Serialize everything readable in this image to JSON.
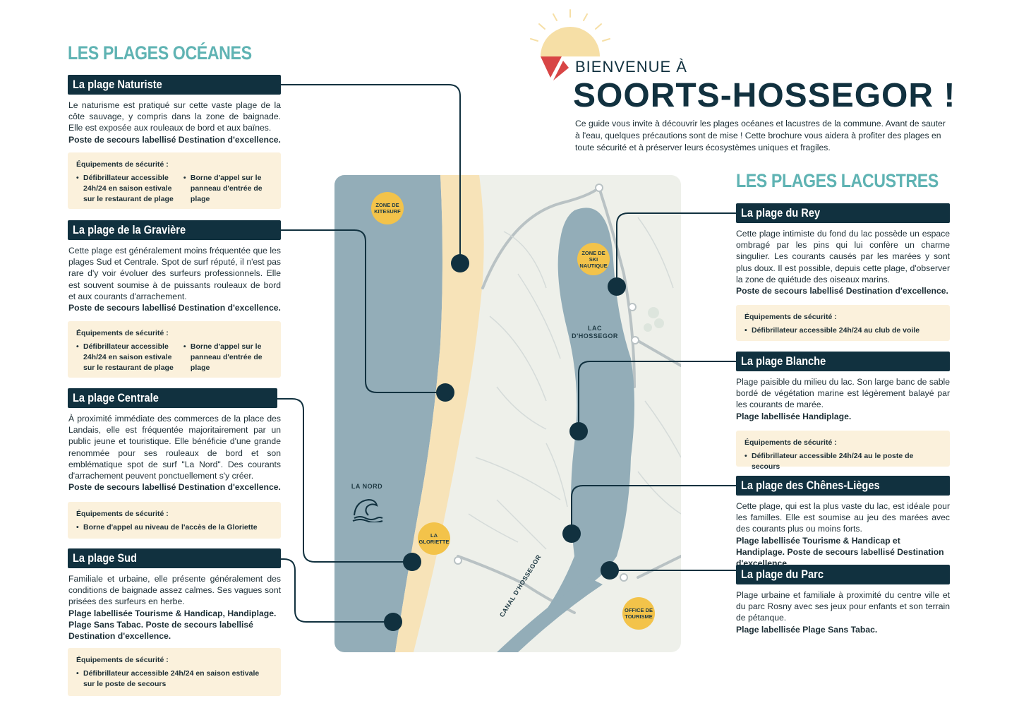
{
  "header": {
    "welcome_small": "BIENVENUE À",
    "welcome_big": "SOORTS-HOSSEGOR !",
    "intro": "Ce guide vous invite à découvrir les plages océanes et lacustres de la commune. Avant de sauter à l'eau, quelques précautions sont de mise ! Cette brochure vous aidera à profiter des plages en toute sécurité et à préserver leurs écosystèmes uniques et fragiles."
  },
  "colors": {
    "teal": "#5fb3b3",
    "navy": "#11313f",
    "sand": "#f7e3b8",
    "water": "#93adb8",
    "badge": "#f3c34a",
    "box": "#fbf1dc"
  },
  "ocean": {
    "title": "LES PLAGES OCÉANES",
    "beaches": [
      {
        "name": "La plage Naturiste",
        "desc": "Le naturisme est pratiqué sur cette vaste plage de la côte sauvage, y compris dans la zone de baignade. Elle est exposée aux rouleaux de bord et aux baïnes.",
        "bold": "Poste de secours labellisé Destination d'excellence.",
        "safety_title": "Équipements de sécurité :",
        "safety": [
          "Défibrillateur accessible 24h/24 en saison estivale sur le restaurant de plage",
          "Borne d'appel sur le panneau d'entrée de plage"
        ]
      },
      {
        "name": "La plage de la Gravière",
        "desc": "Cette plage est généralement moins fréquentée que les plages Sud et Centrale. Spot de surf réputé, il n'est pas rare d'y voir évoluer des surfeurs professionnels. Elle est souvent soumise à de puissants rouleaux de bord et aux courants d'arrachement.",
        "bold": "Poste de secours labellisé Destination d'excellence.",
        "safety_title": "Équipements de sécurité :",
        "safety": [
          "Défibrillateur accessible 24h/24 en saison estivale sur le restaurant de plage",
          "Borne d'appel sur le panneau d'entrée de plage"
        ]
      },
      {
        "name": "La plage Centrale",
        "desc": "À proximité immédiate des commerces de la place des Landais, elle est fréquentée majoritairement par un public jeune et touristique. Elle bénéficie d'une grande renommée pour ses rouleaux de bord et son emblématique spot de surf \"La Nord\". Des courants d'arrachement peuvent ponctuellement s'y créer.",
        "bold": "Poste de secours labellisé Destination d'excellence.",
        "safety_title": "Équipements de sécurité :",
        "safety": [
          "Borne d'appel au niveau de l'accès de la Gloriette"
        ]
      },
      {
        "name": "La plage Sud",
        "desc": "Familiale et urbaine, elle présente généralement des conditions de baignade assez calmes. Ses vagues sont prisées des surfeurs en herbe.",
        "bold": "Plage labellisée Tourisme & Handicap, Handiplage. Plage Sans Tabac. Poste de secours labellisé Destination d'excellence.",
        "safety_title": "Équipements de sécurité :",
        "safety": [
          "Défibrillateur accessible 24h/24 en saison estivale sur le poste de secours"
        ]
      }
    ]
  },
  "lake": {
    "title": "LES PLAGES LACUSTRES",
    "beaches": [
      {
        "name": "La plage du Rey",
        "desc": "Cette plage intimiste du fond du lac possède un espace ombragé par les pins qui lui confère un charme singulier. Les courants causés par les marées y sont plus doux. Il est possible, depuis cette plage, d'observer la zone de quiétude des oiseaux marins.",
        "bold": "Poste de secours labellisé Destination d'excellence.",
        "safety_title": "Équipements de sécurité :",
        "safety": [
          "Défibrillateur accessible 24h/24 au club de voile"
        ]
      },
      {
        "name": "La plage Blanche",
        "desc": "Plage paisible du milieu du lac. Son large banc de sable bordé de végétation marine est légèrement balayé par les courants de marée.",
        "bold": "Plage labellisée Handiplage.",
        "safety_title": "Équipements de sécurité :",
        "safety": [
          "Défibrillateur accessible 24h/24 au le poste de secours"
        ]
      },
      {
        "name": "La plage des Chênes-Lièges",
        "desc": "Cette plage, qui est la plus vaste du lac, est idéale pour les familles. Elle est soumise au jeu des marées avec des courants plus ou moins forts.",
        "bold": "Plage labellisée Tourisme & Handicap et Handiplage. Poste de secours labellisé Destination d'excellence."
      },
      {
        "name": "La plage du Parc",
        "desc": "Plage urbaine et familiale à proximité du centre ville et du parc Rosny avec ses jeux pour enfants et son terrain de pétanque.",
        "bold": "Plage labellisée Plage Sans Tabac."
      }
    ]
  },
  "map": {
    "kitesurf": "ZONE DE KITESURF",
    "ski": "ZONE DE SKI NAUTIQUE",
    "lac": "LAC D'HOSSEGOR",
    "nord": "LA NORD",
    "gloriette": "LA GLORIETTE",
    "office": "OFFICE DE TOURISME",
    "canal": "CANAL D'HOSSEGOR"
  }
}
